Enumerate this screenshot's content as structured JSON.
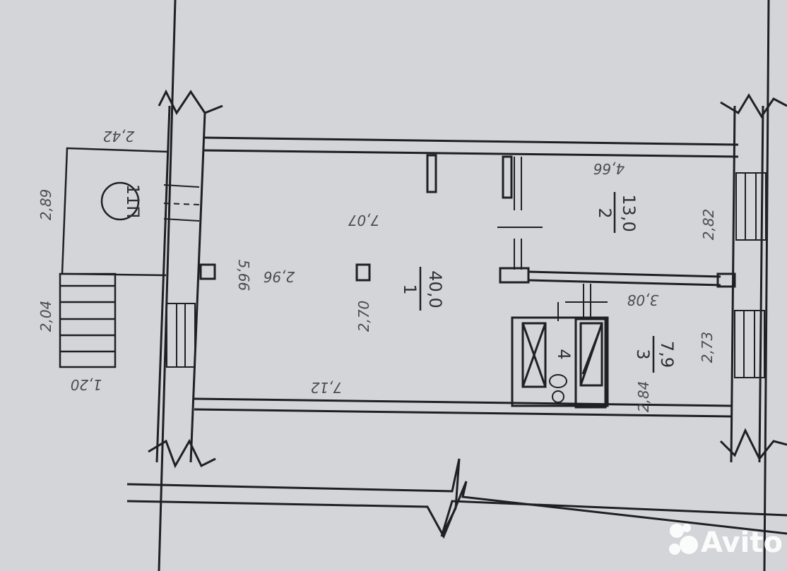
{
  "plan": {
    "stair_label": "11П",
    "dimensions": {
      "porch_width": "2,42",
      "porch_depth": "2,89",
      "stair_width": "2,04",
      "stair_depth": "1,20",
      "wall_left": "5,66",
      "room1_side": "2,96",
      "room1_top": "7,07",
      "room1_height": "2,70",
      "room1_bottom": "7,12",
      "room2_top": "4,66",
      "room2_right": "2,82",
      "room3_top": "3,08",
      "room3_right": "2,73",
      "room3_bottom": "2,84"
    },
    "rooms": [
      {
        "number": "1",
        "area": "40,0"
      },
      {
        "number": "2",
        "area": "13,0"
      },
      {
        "number": "3",
        "area": "7,9"
      },
      {
        "number": "4",
        "area": ""
      }
    ]
  },
  "watermark": {
    "text": "Avito"
  }
}
